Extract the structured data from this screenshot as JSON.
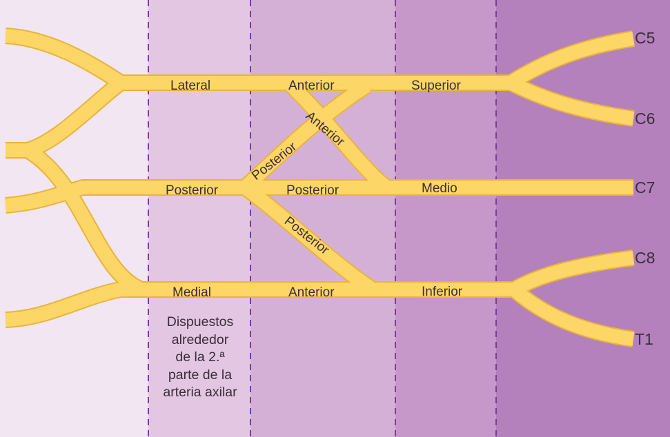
{
  "colors": {
    "band_1": "#f1e6f1",
    "band_2": "#e3c6e1",
    "band_3": "#d5b0d6",
    "band_4": "#c598c9",
    "band_5": "#b481bd",
    "nerve": "#fcd666",
    "nerve_edge": "#e9b43a",
    "divider": "#7d3c97"
  },
  "roots": [
    "C5",
    "C6",
    "C7",
    "C8",
    "T1"
  ],
  "trunks": {
    "superior": "Superior",
    "middle": "Medio",
    "inferior": "Inferior"
  },
  "divisions": {
    "anterior_top": "Anterior",
    "anterior_cross": "Anterior",
    "anterior_bottom": "Anterior",
    "posterior_cross_up": "Posterior",
    "posterior_mid": "Posterior",
    "posterior_cross_down": "Posterior"
  },
  "cords": {
    "lateral": "Lateral",
    "posterior": "Posterior",
    "medial": "Medial"
  },
  "note_lines": [
    "Dispuestos",
    "alrededor",
    "de la 2.ª",
    "parte de la",
    "arteria axilar"
  ]
}
